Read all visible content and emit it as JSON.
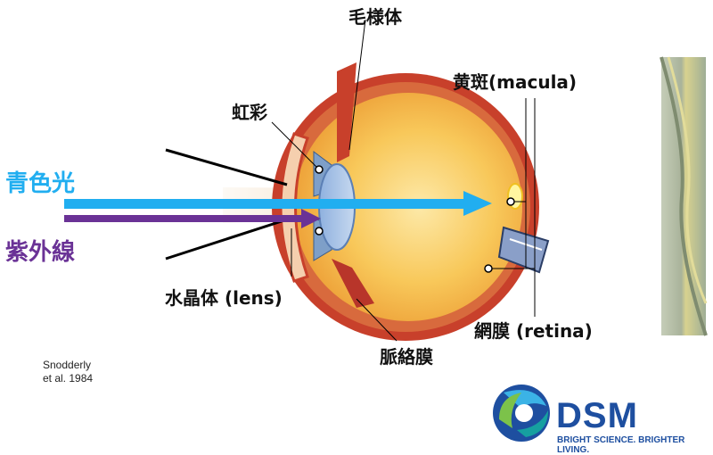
{
  "labels": {
    "ciliary_body": "毛様体",
    "macula": "黄斑(macula)",
    "iris": "虹彩",
    "blue_light": "青色光",
    "uv": "紫外線",
    "lens": "水晶体 (lens)",
    "retina": "網膜 (retina)",
    "choroid": "脈絡膜"
  },
  "citation": {
    "line1": "Snodderly",
    "line2": "et al. 1984"
  },
  "logo": {
    "name": "DSM",
    "tagline": "BRIGHT SCIENCE. BRIGHTER LIVING."
  },
  "colors": {
    "blue_light": "#21aef0",
    "uv": "#6a3296",
    "sclera": "#c8402b",
    "vitreous": "#f6c04a",
    "logo_blue": "#1e4fa0"
  }
}
